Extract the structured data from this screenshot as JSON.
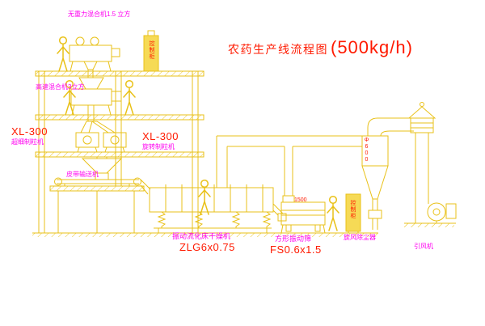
{
  "title": {
    "text": "农药生产线流程图",
    "capacity": "(500kg/h)"
  },
  "equipment": {
    "mixer_top": {
      "label": "无重力混合机1.5 立方"
    },
    "mixer_mid": {
      "label": "高速混合机3立方"
    },
    "granulator_left": {
      "model": "XL-300",
      "name": "超细制粒机"
    },
    "granulator_right": {
      "model": "XL-300",
      "name": "旋转制粒机"
    },
    "belt_conveyor": {
      "label": "皮带输送机"
    },
    "dryer": {
      "name": "振动流化床干燥机",
      "model": "ZLG6x0.75"
    },
    "screen": {
      "name": "方形振动筛",
      "model": "FS0.6x1.5",
      "dimension": "1500"
    },
    "cyclone": {
      "name": "旋风除尘器",
      "dimension": "Φ600"
    },
    "fan": {
      "name": "引风机"
    },
    "cabinet1": {
      "text": "控制柜"
    },
    "cabinet2": {
      "text": "控制柜"
    }
  },
  "colors": {
    "line_yellow": "#e9c118",
    "label_magenta": "#ff00f0",
    "label_red": "#ff1a00",
    "background": "#ffffff"
  }
}
